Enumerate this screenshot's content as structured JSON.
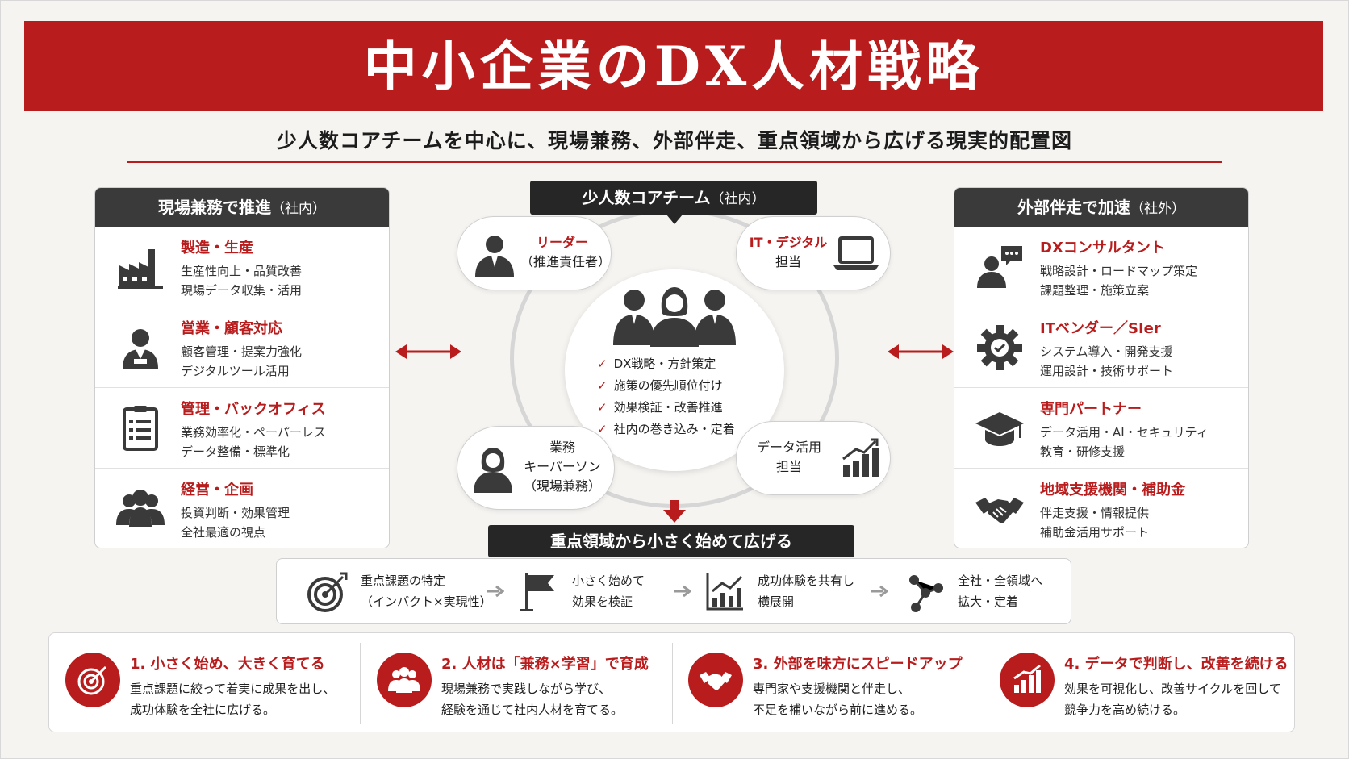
{
  "title": "中小企業のDX人材戦略",
  "subtitle": "少人数コアチームを中心に、現場兼務、外部伴走、重点領域から広げる現実的配置図",
  "left_panel": {
    "header": "現場兼務で推進",
    "header_paren": "（社内）",
    "items": [
      {
        "icon": "factory-icon",
        "title": "製造・生産",
        "line1": "生産性向上・品質改善",
        "line2": "現場データ収集・活用"
      },
      {
        "icon": "businessperson-icon",
        "title": "営業・顧客対応",
        "line1": "顧客管理・提案力強化",
        "line2": "デジタルツール活用"
      },
      {
        "icon": "clipboard-icon",
        "title": "管理・バックオフィス",
        "line1": "業務効率化・ペーパーレス",
        "line2": "データ整備・標準化"
      },
      {
        "icon": "group-icon",
        "title": "経営・企画",
        "line1": "投資判断・効果管理",
        "line2": "全社最適の視点"
      }
    ]
  },
  "right_panel": {
    "header": "外部伴走で加速",
    "header_paren": "（社外）",
    "items": [
      {
        "icon": "consultant-icon",
        "title": "DXコンサルタント",
        "line1": "戦略設計・ロードマップ策定",
        "line2": "課題整理・施策立案"
      },
      {
        "icon": "gear-icon",
        "title": "ITベンダー／SIer",
        "line1": "システム導入・開発支援",
        "line2": "運用設計・技術サポート"
      },
      {
        "icon": "graduation-cap-icon",
        "title": "専門パートナー",
        "line1": "データ活用・AI・セキュリティ",
        "line2": "教育・研修支援"
      },
      {
        "icon": "handshake-icon",
        "title": "地域支援機関・補助金",
        "line1": "伴走支援・情報提供",
        "line2": "補助金活用サポート"
      }
    ]
  },
  "core": {
    "header": "少人数コアチーム",
    "header_paren": "（社内）",
    "checks": [
      "DX戦略・方針策定",
      "施策の優先順位付け",
      "効果検証・改善推進",
      "社内の巻き込み・定着"
    ],
    "roles": {
      "leader_title": "リーダー",
      "leader_sub": "（推進責任者）",
      "it_title": "IT・デジタル",
      "it_sub": "担当",
      "biz_line1": "業務",
      "biz_line2": "キーパーソン",
      "biz_line3": "（現場兼務）",
      "data_line1": "データ活用",
      "data_line2": "担当"
    }
  },
  "focus": {
    "header": "重点領域から小さく始めて広げる",
    "steps": [
      {
        "icon": "target-icon",
        "line1": "重点課題の特定",
        "line2": "（インパクト×実現性）"
      },
      {
        "icon": "flag-icon",
        "line1": "小さく始めて",
        "line2": "効果を検証"
      },
      {
        "icon": "growth-chart-icon",
        "line1": "成功体験を共有し",
        "line2": "横展開"
      },
      {
        "icon": "network-icon",
        "line1": "全社・全領域へ",
        "line2": "拡大・定着"
      }
    ]
  },
  "principles": [
    {
      "icon": "target-icon",
      "title": "1. 小さく始め、大きく育てる",
      "line1": "重点課題に絞って着実に成果を出し、",
      "line2": "成功体験を全社に広げる。"
    },
    {
      "icon": "people-icon",
      "title": "2. 人材は「兼務×学習」で育成",
      "line1": "現場兼務で実践しながら学び、",
      "line2": "経験を通じて社内人材を育てる。"
    },
    {
      "icon": "handshake-icon",
      "title": "3. 外部を味方にスピードアップ",
      "line1": "専門家や支援機関と伴走し、",
      "line2": "不足を補いながら前に進める。"
    },
    {
      "icon": "chart-icon",
      "title": "4. データで判断し、改善を続ける",
      "line1": "効果を可視化し、改善サイクルを回して",
      "line2": "競争力を高め続ける。"
    }
  ],
  "colors": {
    "accent": "#b81c1c",
    "dark": "#262626",
    "background": "#f6f4f1"
  }
}
